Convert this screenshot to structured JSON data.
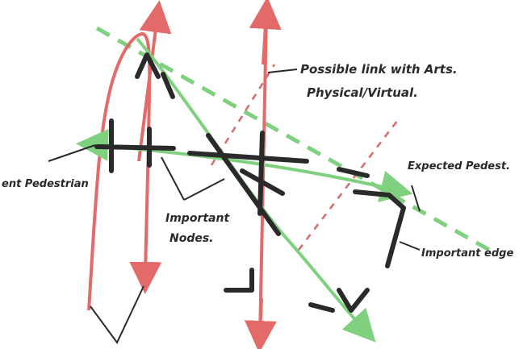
{
  "colors": {
    "red_route": "#e46a6a",
    "green_route": "#7fd07f",
    "green_dashed": "#7fd07f",
    "red_dashed": "#d96a6a",
    "ink": "#2a2a2a"
  },
  "labels": {
    "possible_link_line1": "Possible link with Arts.",
    "possible_link_line2": "Physical/Virtual.",
    "left_edge_text": "ent Pedestrian",
    "important_nodes_line1": "Important",
    "important_nodes_line2": "Nodes.",
    "expected_pedestrian": "Expected Pedest.",
    "important_edge": "Important edge"
  }
}
